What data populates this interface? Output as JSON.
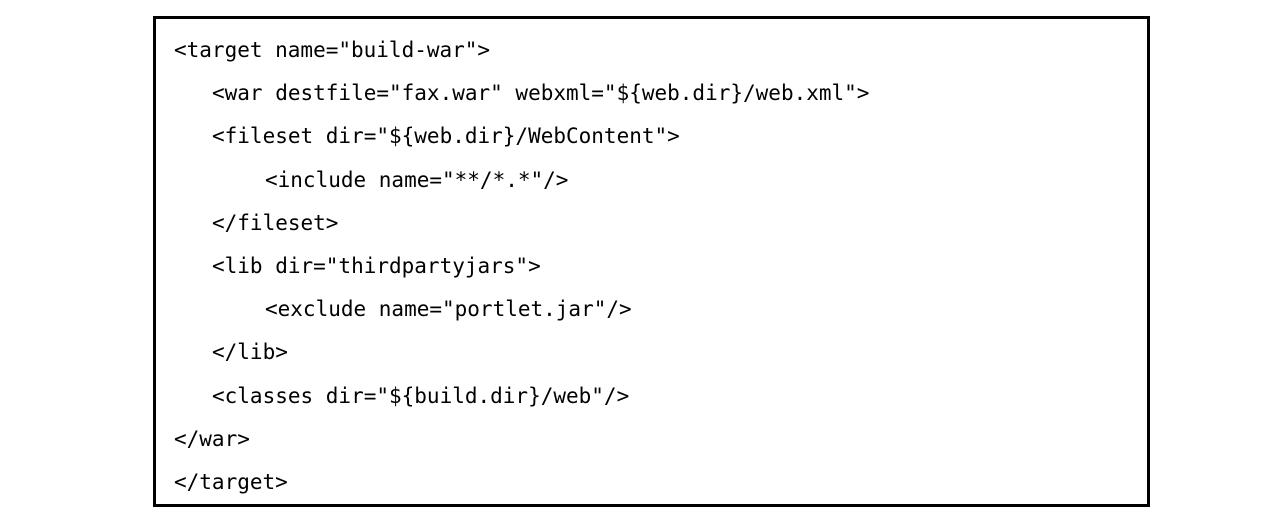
{
  "code": {
    "lines": [
      {
        "text": "<target name=\"build-war\">",
        "indent": 0
      },
      {
        "text": "<war destfile=\"fax.war\" webxml=\"${web.dir}/web.xml\">",
        "indent": 1
      },
      {
        "text": "<fileset dir=\"${web.dir}/WebContent\">",
        "indent": 1
      },
      {
        "text": "<include name=\"**/*.*\"/>",
        "indent": 2
      },
      {
        "text": "</fileset>",
        "indent": 1
      },
      {
        "text": "<lib dir=\"thirdpartyjars\">",
        "indent": 1
      },
      {
        "text": "<exclude name=\"portlet.jar\"/>",
        "indent": 2
      },
      {
        "text": "</lib>",
        "indent": 1
      },
      {
        "text": "<classes dir=\"${build.dir}/web\"/>",
        "indent": 1
      },
      {
        "text": "</war>",
        "indent": 0
      },
      {
        "text": "</target>",
        "indent": 0
      }
    ]
  }
}
